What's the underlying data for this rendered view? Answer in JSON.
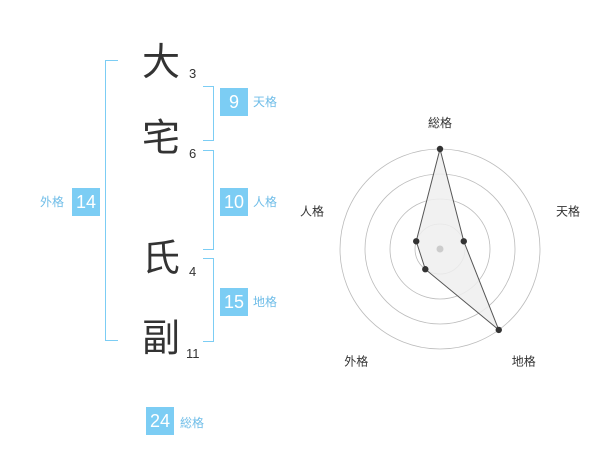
{
  "chars": [
    {
      "kanji": "大",
      "strokes": "3"
    },
    {
      "kanji": "宅",
      "strokes": "6"
    },
    {
      "kanji": "氏",
      "strokes": "4"
    },
    {
      "kanji": "副",
      "strokes": "11"
    }
  ],
  "kakusu": {
    "tenkaku": {
      "value": "9",
      "label": "天格"
    },
    "jinkaku": {
      "value": "10",
      "label": "人格"
    },
    "chikaku": {
      "value": "15",
      "label": "地格"
    },
    "gaikaku": {
      "value": "14",
      "label": "外格"
    },
    "soukaku": {
      "value": "24",
      "label": "総格"
    }
  },
  "radar": {
    "axes": [
      "総格",
      "天格",
      "地格",
      "外格",
      "人格"
    ],
    "values": [
      4,
      1,
      4,
      1,
      1
    ],
    "max": 4
  },
  "colors": {
    "accent": "#7ccdf4",
    "label": "#6fbde8",
    "text": "#333333"
  }
}
